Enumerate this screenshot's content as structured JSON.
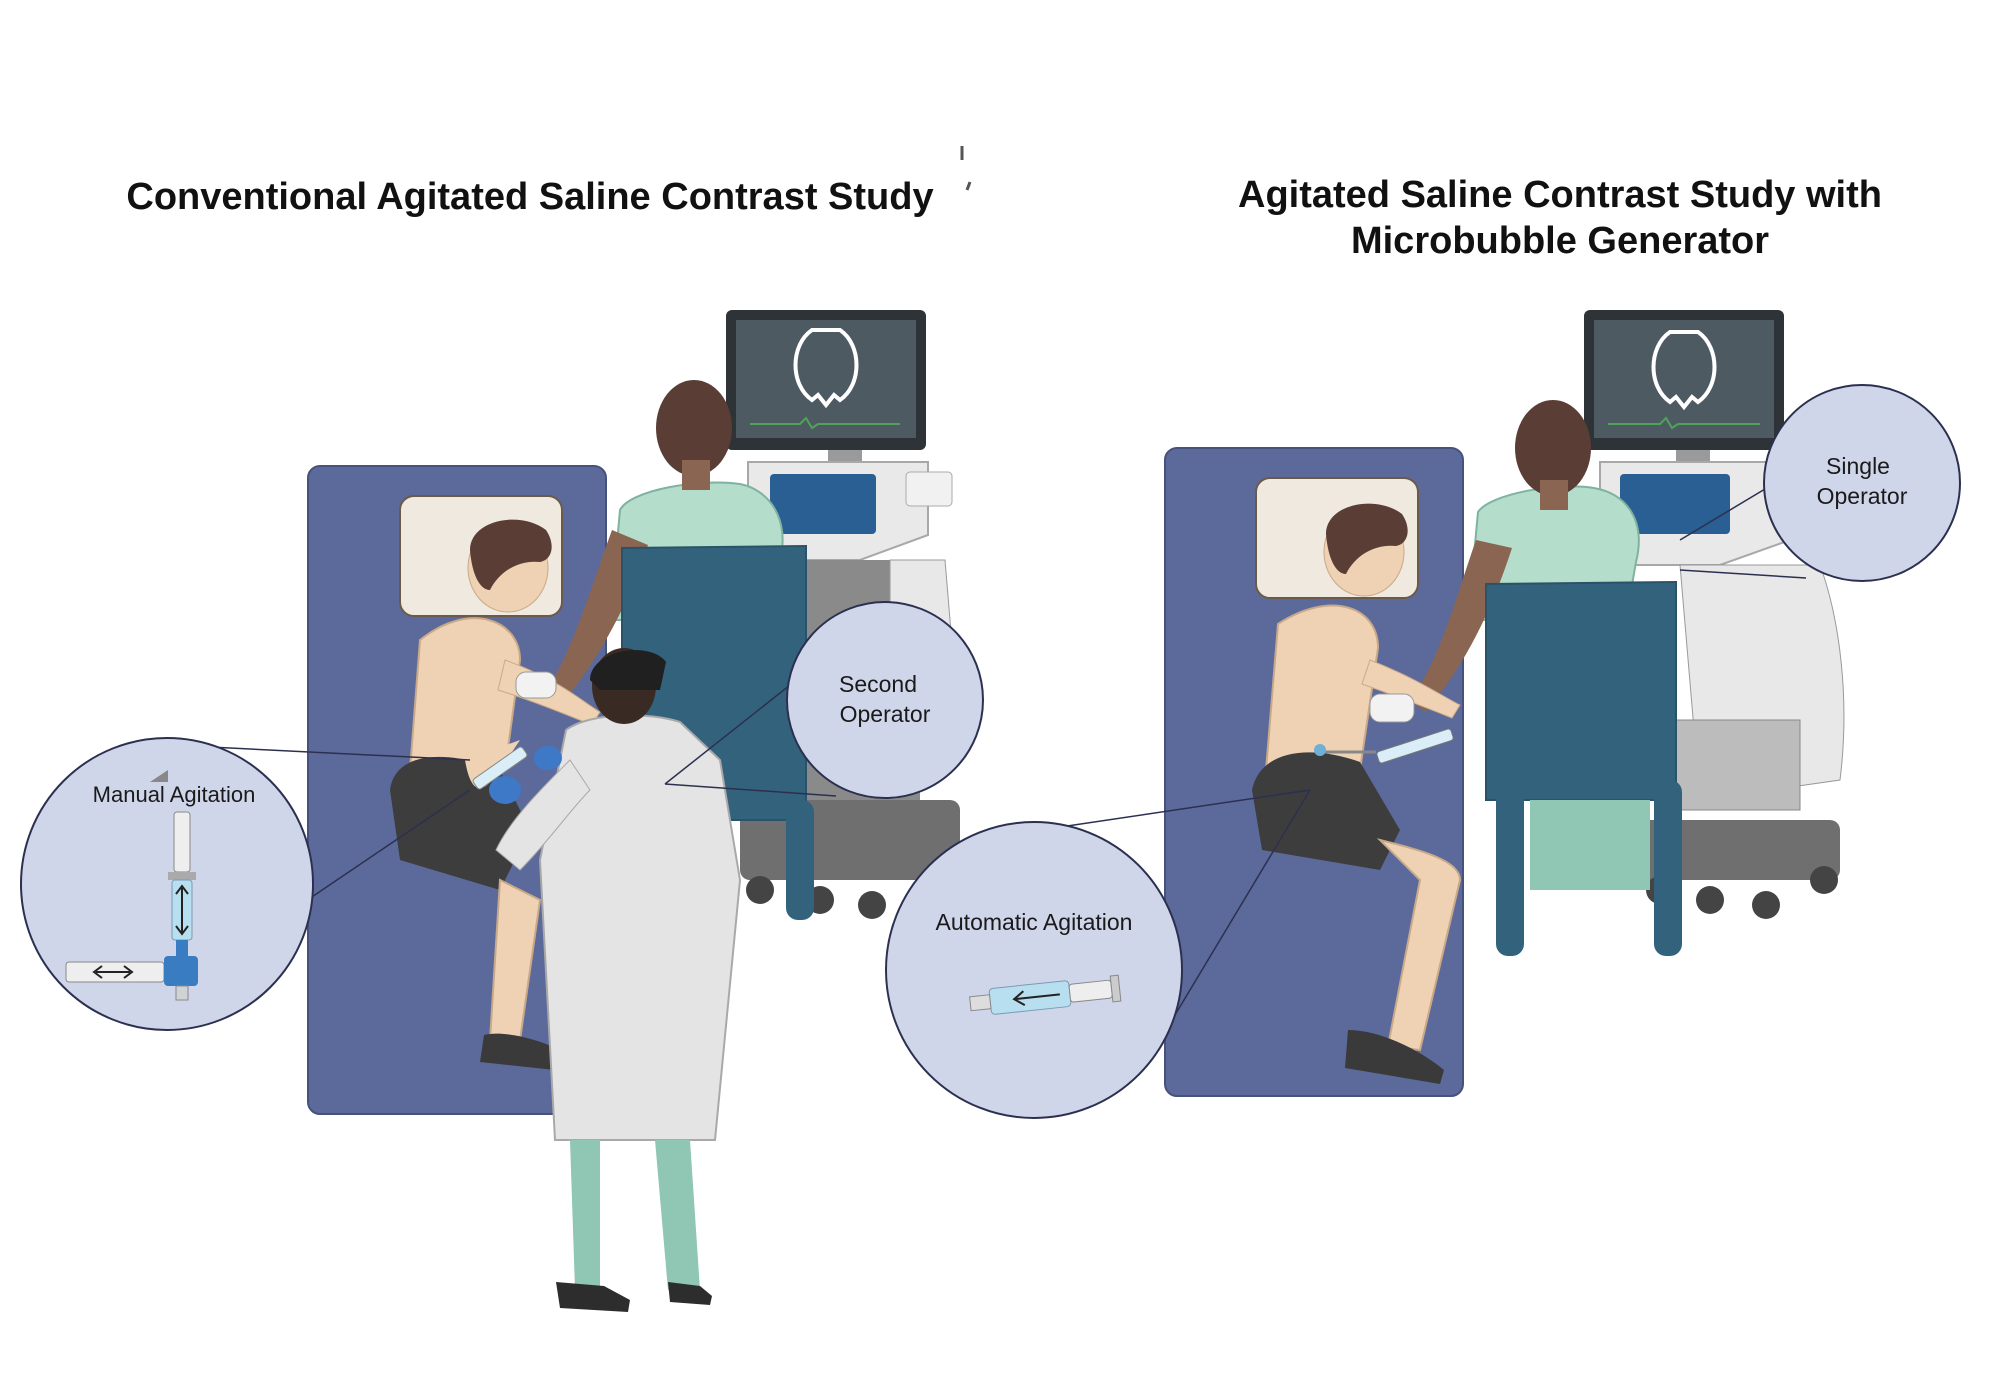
{
  "titles": {
    "left": "Conventional Agitated Saline Contrast Study",
    "right_line1": "Agitated Saline Contrast Study with",
    "right_line2": "Microbubble Generator"
  },
  "callouts": {
    "manual_agitation": "Manual Agitation",
    "second_operator_line1": "Second",
    "second_operator_line2": "Operator",
    "automatic_agitation": "Automatic Agitation",
    "single_operator_line1": "Single",
    "single_operator_line2": "Operator"
  },
  "colors": {
    "bed": "#5c6a9b",
    "pillow": "#efe9df",
    "callout_fill": "#d0d6ea",
    "callout_stroke": "#2c3050",
    "chair": "#33637c",
    "scrubs": "#b4ddcc",
    "skin": "#efd2b4",
    "hair": "#5a3e36",
    "machine_body": "#e8e8e8",
    "monitor_screen": "#4e5a62"
  }
}
